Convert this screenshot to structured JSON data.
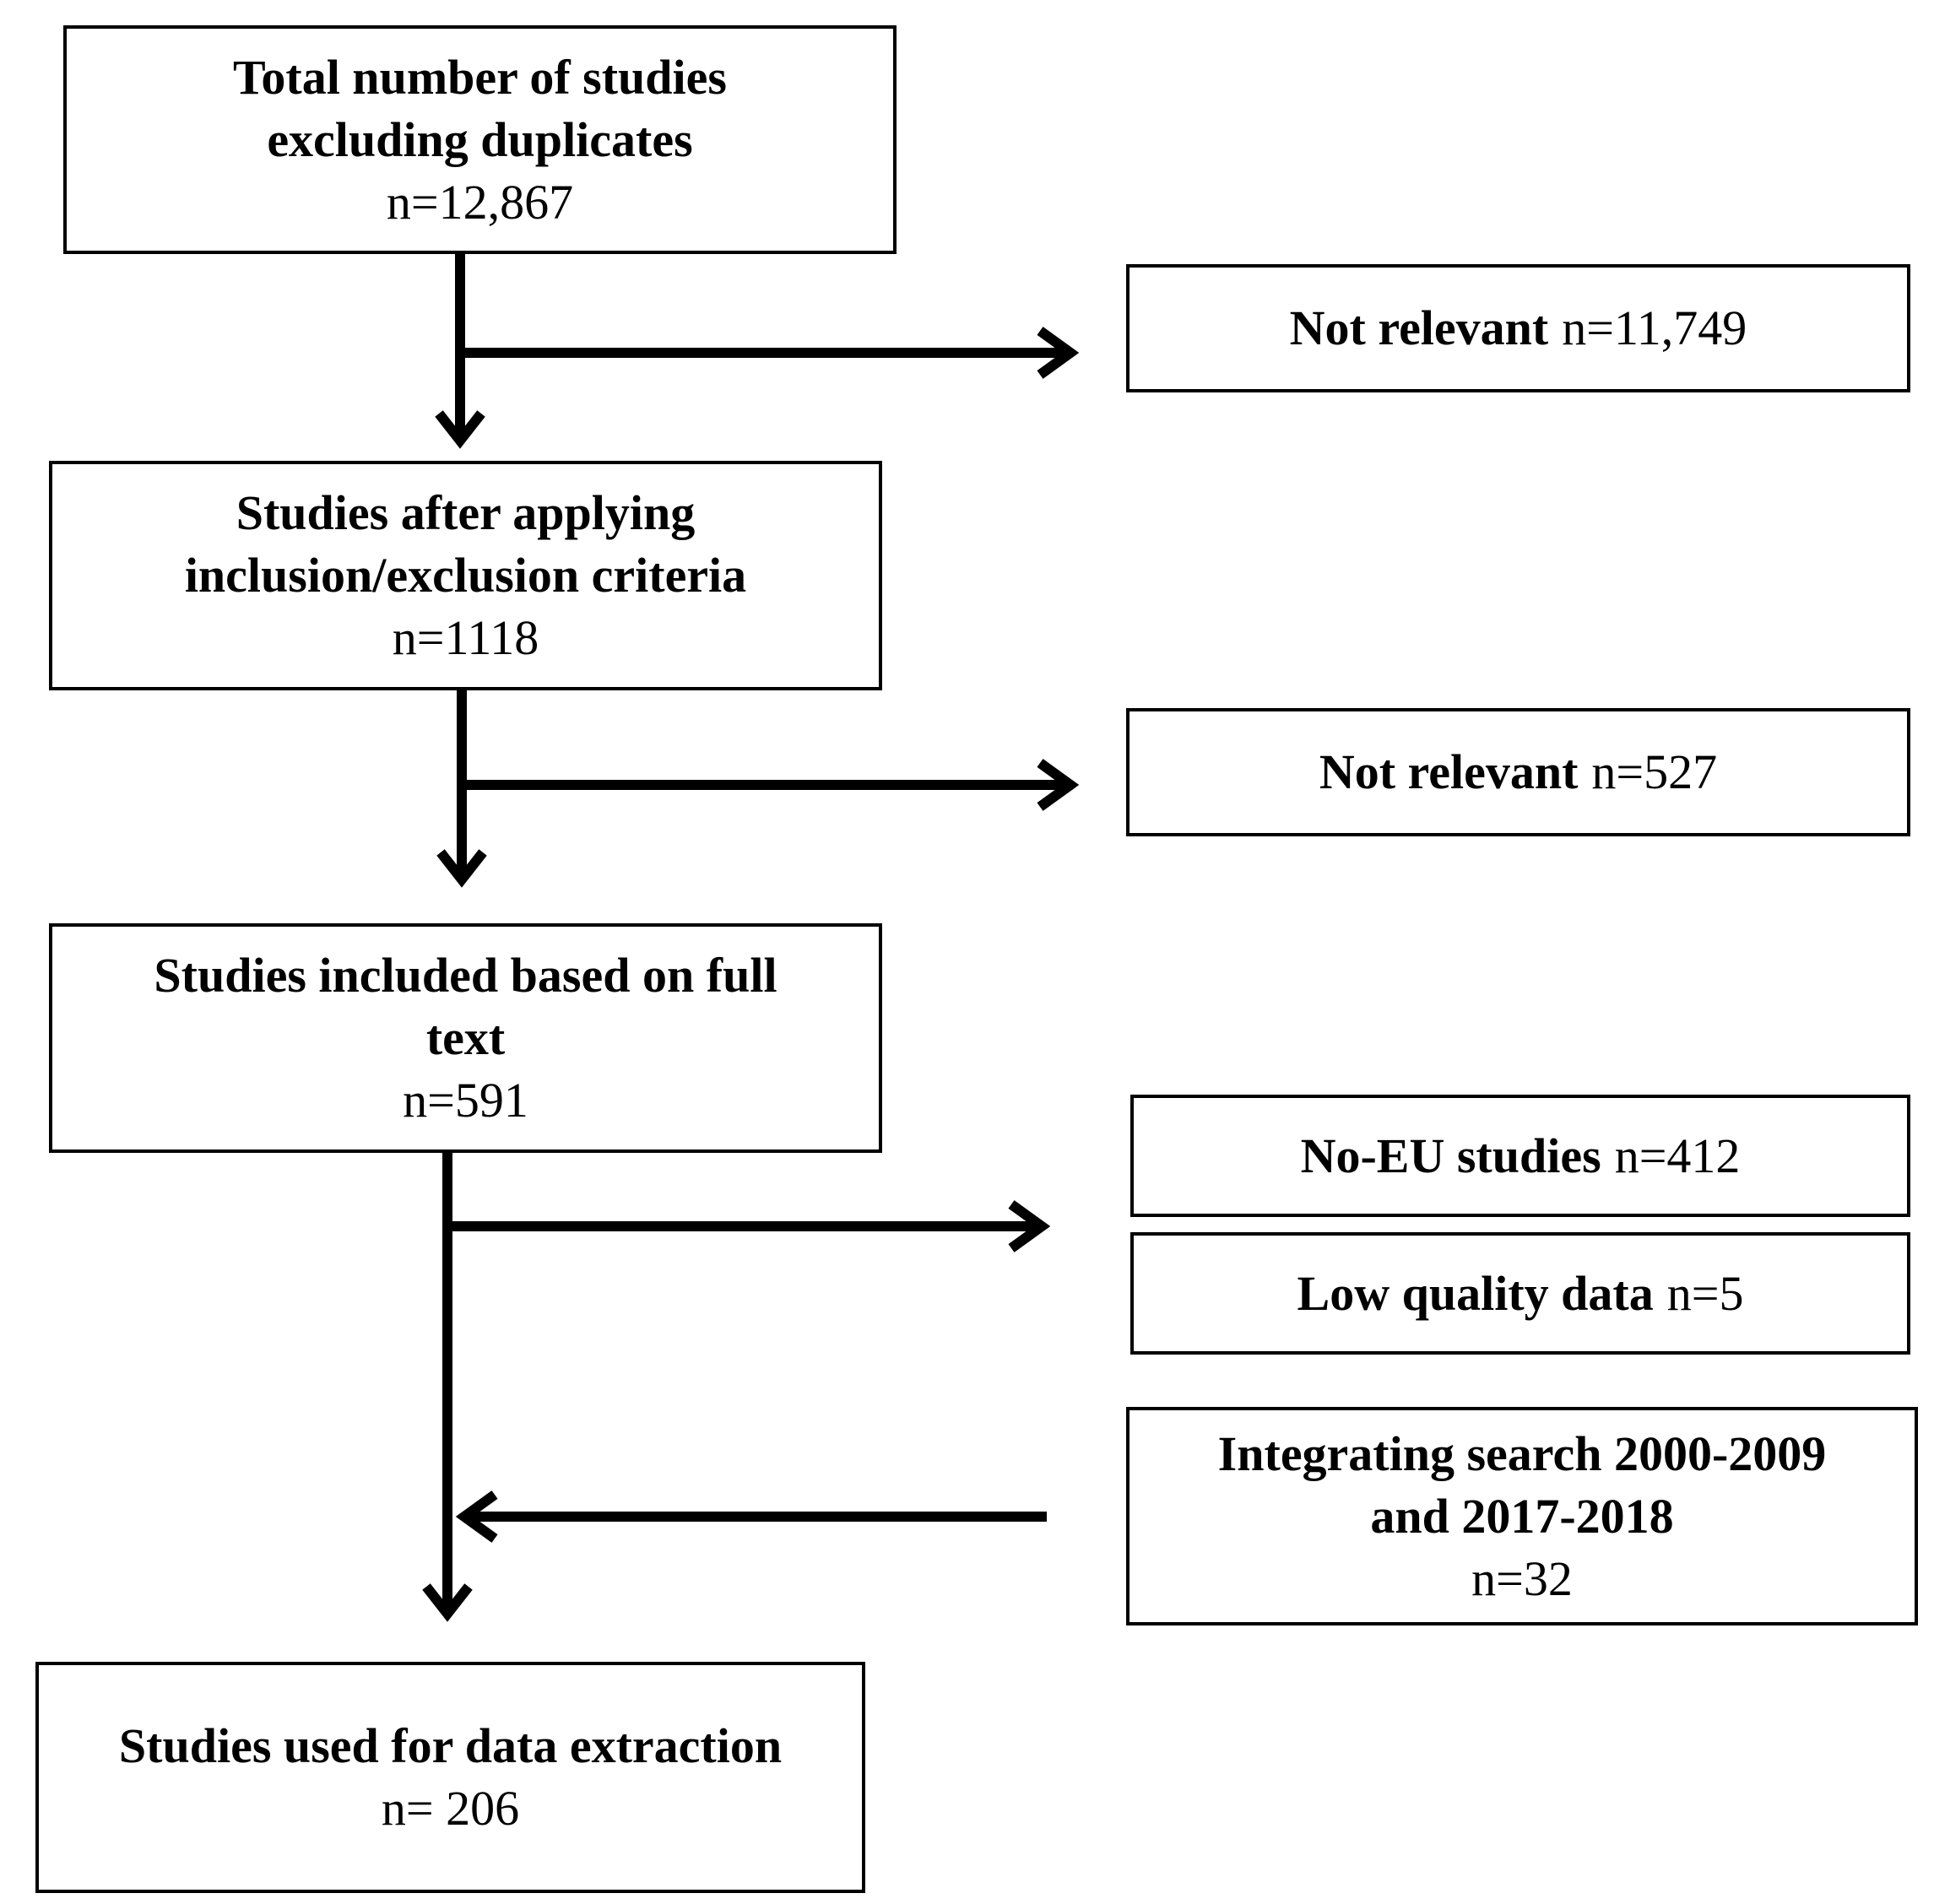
{
  "boxes": {
    "total": {
      "line1": "Total number of studies",
      "line2": "excluding duplicates",
      "count": "n=12,867"
    },
    "not_relevant_1": {
      "label": "Not relevant",
      "count": "n=11,749"
    },
    "after_criteria": {
      "line1": "Studies after applying",
      "line2": "inclusion/exclusion criteria",
      "count": "n=1118"
    },
    "not_relevant_2": {
      "label": "Not relevant",
      "count": "n=527"
    },
    "full_text": {
      "line1": "Studies included based on full",
      "line2": "text",
      "count": "n=591"
    },
    "no_eu": {
      "label": "No-EU studies",
      "count": "n=412"
    },
    "low_quality": {
      "label": "Low quality data",
      "count": "n=5"
    },
    "integrating": {
      "line1": "Integrating search 2000-2009",
      "line2": "and 2017-2018",
      "count": "n=32"
    },
    "extraction": {
      "line1": "Studies used for data extraction",
      "count": "n= 206"
    }
  },
  "colors": {
    "stroke": "#000000",
    "background": "#ffffff"
  }
}
